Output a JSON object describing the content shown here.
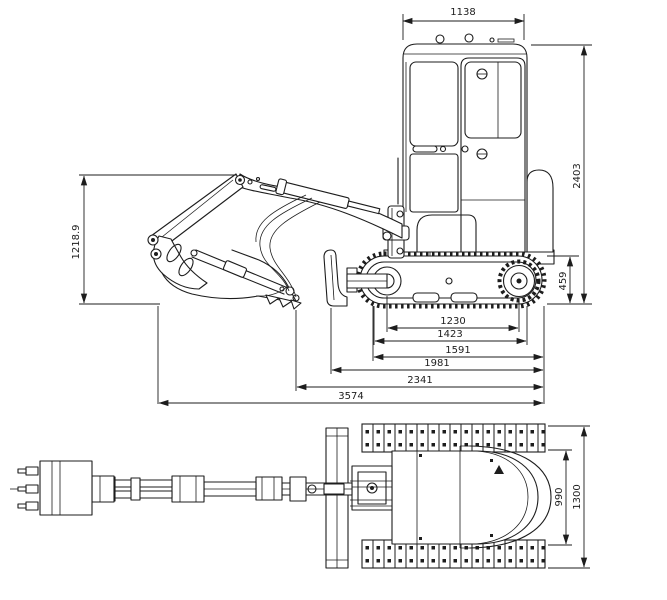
{
  "page": {
    "background": "#ffffff",
    "line_color": "#1d1d1d"
  },
  "dims": {
    "cab_width": "1138",
    "overall_height": "2403",
    "track_height": "459",
    "front_attachment_height": "1218.9",
    "wheelbase": "1230",
    "track_ground_contact": "1423",
    "track_length": "1591",
    "blade_to_rear": "1981",
    "bucket_to_rear": "2341",
    "overall_length": "3574",
    "body_width": "990",
    "overall_width": "1300"
  }
}
